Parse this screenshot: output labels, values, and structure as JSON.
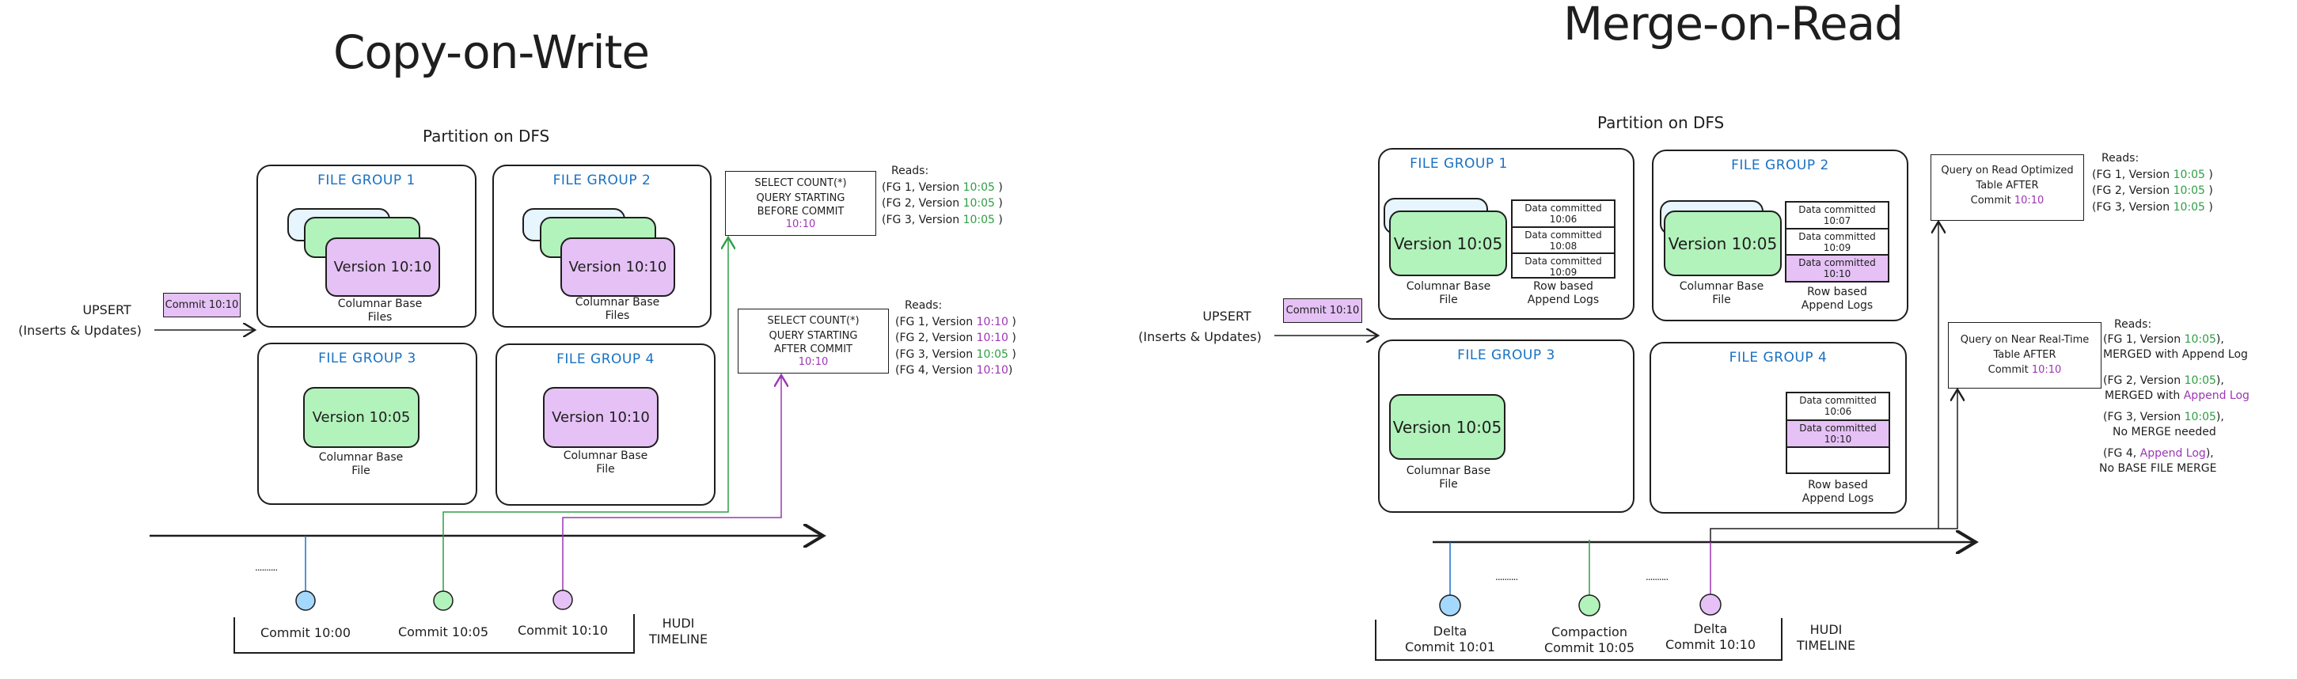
{
  "colors": {
    "file_group_title": "#1971c2",
    "green": "#2f9e44",
    "purple": "#9c36b5",
    "fill_green": "#b2f2bb",
    "fill_purple": "#e5c1f5",
    "fill_blue": "#e7f5ff",
    "dot_blue": "#a5d8ff"
  },
  "cow": {
    "title": "Copy-on-Write",
    "partition_label": "Partition on DFS",
    "upsert": "UPSERT",
    "upsert_sub": "(Inserts & Updates)",
    "commit_tag": "Commit 10:10",
    "file_groups": [
      {
        "title": "FILE GROUP 1",
        "version": "Version 10:10",
        "caption_1": "Columnar Base",
        "caption_2": "Files"
      },
      {
        "title": "FILE GROUP 2",
        "version": "Version 10:10",
        "caption_1": "Columnar Base",
        "caption_2": "Files"
      },
      {
        "title": "FILE GROUP 3",
        "version": "Version 10:05",
        "caption_1": "Columnar Base",
        "caption_2": "File"
      },
      {
        "title": "FILE GROUP 4",
        "version": "Version 10:10",
        "caption_1": "Columnar Base",
        "caption_2": "File"
      }
    ],
    "query_before": {
      "line1": "SELECT COUNT(*)",
      "line2": "QUERY STARTING",
      "line3": "BEFORE COMMIT",
      "time": "10:10"
    },
    "query_after": {
      "line1": "SELECT COUNT(*)",
      "line2": "QUERY STARTING",
      "line3": "AFTER COMMIT",
      "time": "10:10"
    },
    "reads_before": {
      "label": "Reads:",
      "rows": [
        {
          "prefix": "(FG 1, Version ",
          "version": "10:05",
          "suffix": " )",
          "color": "green"
        },
        {
          "prefix": "(FG 2, Version ",
          "version": "10:05",
          "suffix": " )",
          "color": "green"
        },
        {
          "prefix": "(FG 3, Version ",
          "version": "10:05",
          "suffix": " )",
          "color": "green"
        }
      ]
    },
    "reads_after": {
      "label": "Reads:",
      "rows": [
        {
          "prefix": "(FG 1, Version ",
          "version": "10:10",
          "suffix": " )",
          "color": "purple"
        },
        {
          "prefix": "(FG 2, Version ",
          "version": "10:10",
          "suffix": " )",
          "color": "purple"
        },
        {
          "prefix": "(FG 3, Version ",
          "version": "10:05",
          "suffix": " )",
          "color": "green"
        },
        {
          "prefix": "(FG 4, Version ",
          "version": "10:10",
          "suffix": ")",
          "color": "purple"
        }
      ]
    },
    "timeline": {
      "ellipsis": "..........",
      "commits": [
        {
          "label_1": "",
          "label_2": "Commit 10:00",
          "color": "blue"
        },
        {
          "label_1": "",
          "label_2": "Commit 10:05",
          "color": "green"
        },
        {
          "label_1": "",
          "label_2": "Commit 10:10",
          "color": "purple"
        }
      ],
      "name_1": "HUDI",
      "name_2": "TIMELINE"
    }
  },
  "mor": {
    "title": "Merge-on-Read",
    "partition_label": "Partition on DFS",
    "upsert": "UPSERT",
    "upsert_sub": "(Inserts & Updates)",
    "commit_tag": "Commit 10:10",
    "file_groups": [
      {
        "title": "FILE GROUP 1",
        "version": "Version 10:05",
        "caption_1": "Columnar Base",
        "caption_2": "File",
        "logs": [
          {
            "text": "Data committed",
            "time": "10:06",
            "highlight": false
          },
          {
            "text": "Data committed",
            "time": "10:08",
            "highlight": false
          },
          {
            "text": "Data committed",
            "time": "10:09",
            "highlight": false
          }
        ],
        "logs_caption_1": "Row based",
        "logs_caption_2": "Append Logs"
      },
      {
        "title": "FILE GROUP 2",
        "version": "Version 10:05",
        "caption_1": "Columnar Base",
        "caption_2": "File",
        "logs": [
          {
            "text": "Data committed",
            "time": "10:07",
            "highlight": false
          },
          {
            "text": "Data committed",
            "time": "10:09",
            "highlight": false
          },
          {
            "text": "Data committed",
            "time": "10:10",
            "highlight": true
          }
        ],
        "logs_caption_1": "Row based",
        "logs_caption_2": "Append Logs"
      },
      {
        "title": "FILE GROUP 3",
        "version": "Version 10:05",
        "caption_1": "Columnar Base",
        "caption_2": "File"
      },
      {
        "title": "FILE GROUP 4",
        "logs": [
          {
            "text": "Data committed",
            "time": "10:06",
            "highlight": false
          },
          {
            "text": "Data committed",
            "time": "10:10",
            "highlight": true
          },
          {
            "text": "",
            "time": "",
            "highlight": false
          }
        ],
        "logs_caption_1": "Row based",
        "logs_caption_2": "Append Logs"
      }
    ],
    "query_ro": {
      "line1": "Query on Read Optimized",
      "line2": "Table AFTER",
      "line3_prefix": "Commit ",
      "time": "10:10"
    },
    "query_rt": {
      "line1": "Query on Near Real-Time",
      "line2": "Table AFTER",
      "line3_prefix": "Commit ",
      "time": "10:10"
    },
    "reads_ro": {
      "label": "Reads:",
      "rows": [
        {
          "prefix": "(FG 1, Version ",
          "version": "10:05",
          "suffix": " )"
        },
        {
          "prefix": "(FG 2, Version ",
          "version": "10:05",
          "suffix": " )"
        },
        {
          "prefix": "(FG 3, Version ",
          "version": "10:05",
          "suffix": " )"
        }
      ]
    },
    "reads_rt": {
      "label": "Reads:",
      "fg1_a": "(FG 1, Version ",
      "fg1_v": "10:05",
      "fg1_b": "),",
      "fg1_line2": "MERGED with Append Log",
      "fg2_a": "(FG 2, Version ",
      "fg2_v": "10:05",
      "fg2_b": "),",
      "fg2_line2_a": "MERGED with ",
      "fg2_line2_b": "Append Log",
      "fg3_a": "(FG 3, Version ",
      "fg3_v": "10:05",
      "fg3_b": "),",
      "fg3_line2": "No MERGE needed",
      "fg4_a": "(FG 4, ",
      "fg4_v": "Append Log",
      "fg4_b": "),",
      "fg4_line2": "No BASE FILE MERGE"
    },
    "timeline": {
      "ellipsis_1": "..........",
      "ellipsis_2": "..........",
      "commits": [
        {
          "label_1": "Delta",
          "label_2": "Commit 10:01",
          "color": "blue"
        },
        {
          "label_1": "Compaction",
          "label_2": "Commit 10:05",
          "color": "green"
        },
        {
          "label_1": "Delta",
          "label_2": "Commit 10:10",
          "color": "purple"
        }
      ],
      "name_1": "HUDI",
      "name_2": "TIMELINE"
    }
  }
}
